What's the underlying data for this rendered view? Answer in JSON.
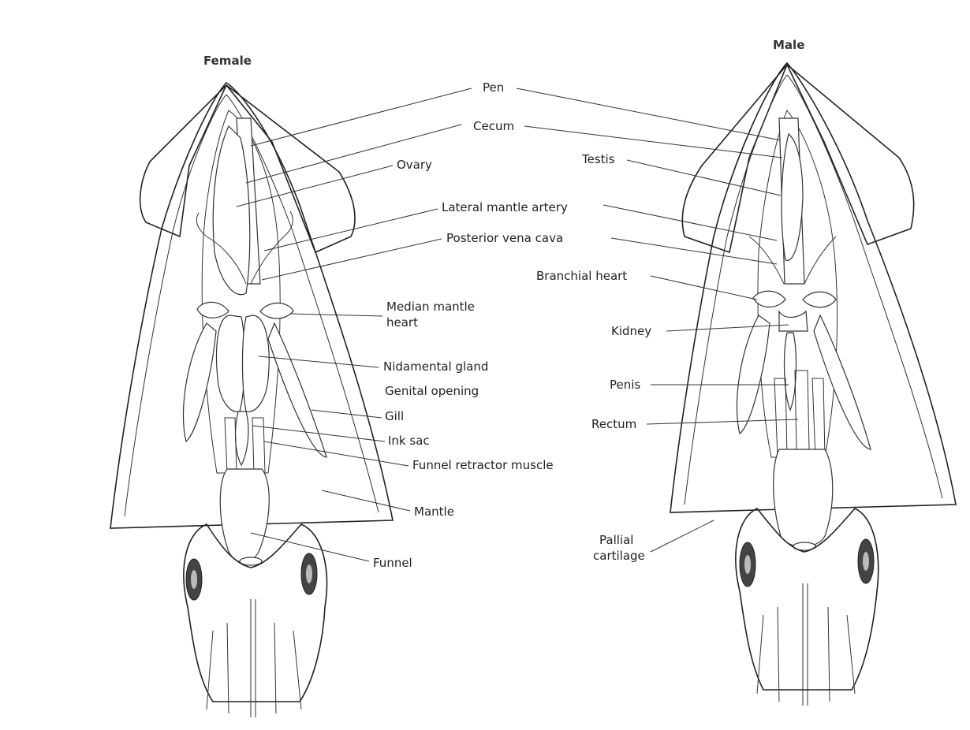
{
  "titles": {
    "female": "Female",
    "male": "Male"
  },
  "labels": {
    "pen": "Pen",
    "cecum": "Cecum",
    "ovary": "Ovary",
    "testis": "Testis",
    "lateral_mantle_artery": "Lateral mantle artery",
    "posterior_vena_cava": "Posterior vena cava",
    "branchial_heart": "Branchial heart",
    "median_mantle_1": "Median mantle",
    "median_mantle_2": "heart",
    "kidney": "Kidney",
    "nidamental_gland": "Nidamental gland",
    "genital_opening": "Genital opening",
    "penis": "Penis",
    "gill": "Gill",
    "rectum": "Rectum",
    "ink_sac": "Ink sac",
    "funnel_retractor_muscle": "Funnel retractor muscle",
    "mantle": "Mantle",
    "pallial_1": "Pallial",
    "pallial_2": "cartilage",
    "funnel": "Funnel"
  }
}
